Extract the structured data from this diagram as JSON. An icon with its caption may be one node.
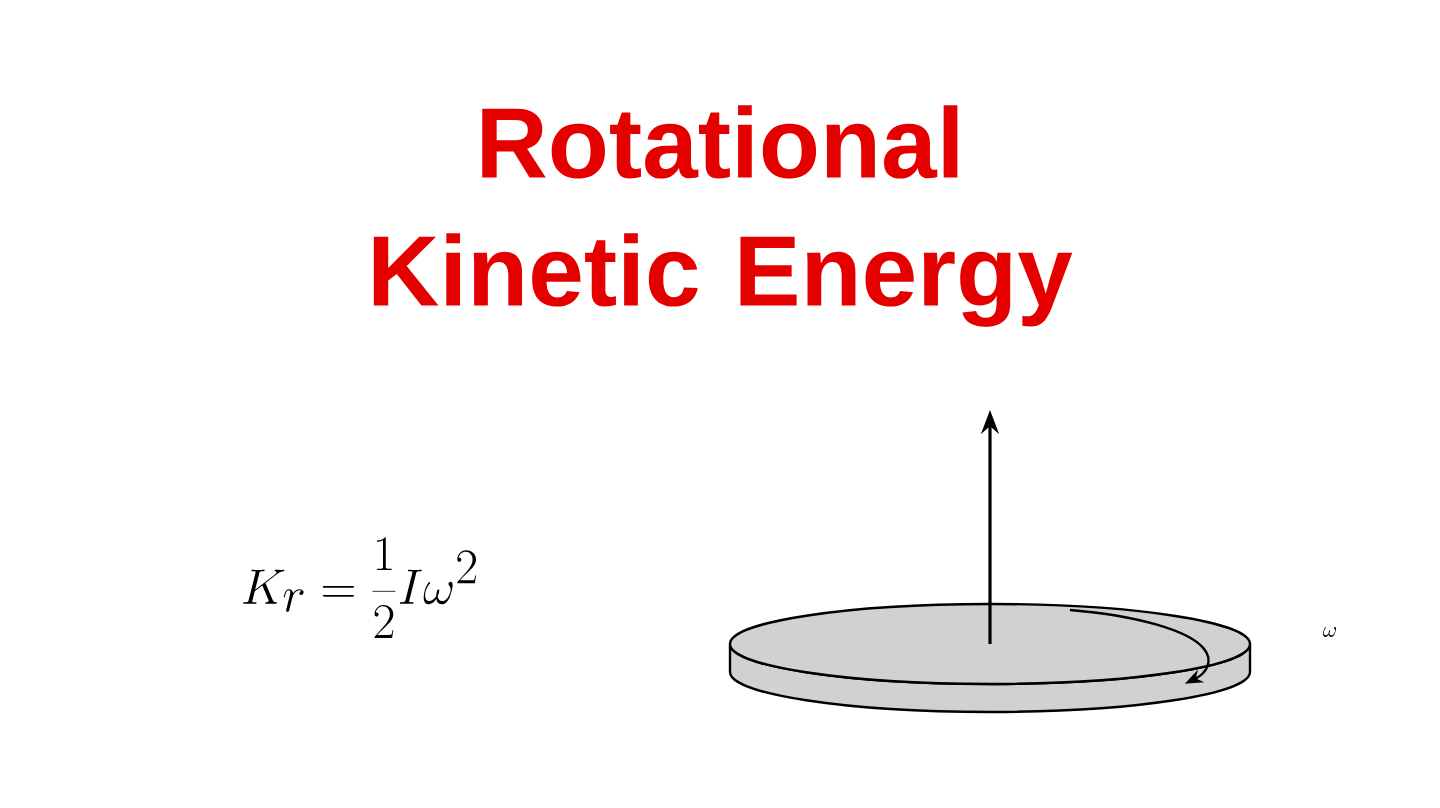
{
  "diagram": {
    "title": "Rotational Kinetic Energy",
    "labels": [
      "K_r = \\frac{1}{2} I\\omega^2",
      "\\omega"
    ]
  }
}
